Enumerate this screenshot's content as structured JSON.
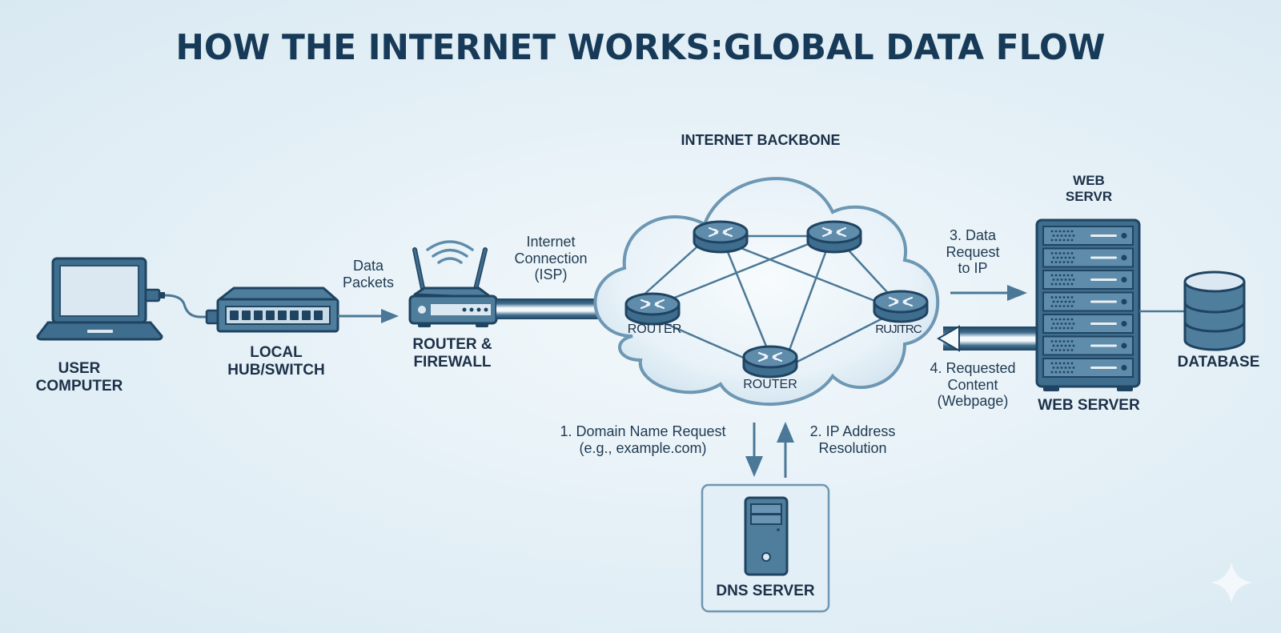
{
  "title": "HOW THE INTERNET WORKS:GLOBAL DATA FLOW",
  "colors": {
    "title": "#173a58",
    "device_fill": "#4f7d9c",
    "device_stroke": "#1f4462",
    "line": "#4b7896",
    "background": "#e6f1f7"
  },
  "nodes": {
    "user_computer": {
      "label_line1": "USER",
      "label_line2": "COMPUTER",
      "icon": "laptop-icon"
    },
    "local_hub": {
      "label_line1": "LOCAL",
      "label_line2": "HUB/SWITCH",
      "icon": "switch-icon"
    },
    "router_firewall": {
      "label_line1": "ROUTER &",
      "label_line2": "FIREWALL",
      "icon": "wifi-router-icon"
    },
    "backbone": {
      "title": "INTERNET BACKBONE",
      "icon": "cloud-icon"
    },
    "backbone_routers": [
      {
        "label": ""
      },
      {
        "label": ""
      },
      {
        "label": "ROUTER"
      },
      {
        "label": "RUJITRC"
      },
      {
        "label": "ROUTER"
      }
    ],
    "web_server": {
      "top_label_line1": "WEB",
      "top_label_line2": "SERVR",
      "bottom_label": "WEB SERVER",
      "icon": "server-rack-icon"
    },
    "database": {
      "label": "DATABASE",
      "icon": "database-icon"
    },
    "dns_server": {
      "label": "DNS SERVER",
      "icon": "server-tower-icon"
    }
  },
  "edges": {
    "data_packets": {
      "line1": "Data",
      "line2": "Packets"
    },
    "isp": {
      "line1": "Internet",
      "line2": "Connection",
      "line3": "(ISP)"
    },
    "step1": {
      "line1": "1. Domain Name Request",
      "line2": "(e.g., example.com)"
    },
    "step2": {
      "line1": "2. IP Address",
      "line2": "Resolution"
    },
    "step3": {
      "line1": "3. Data",
      "line2": "Request",
      "line3": "to IP"
    },
    "step4": {
      "line1": "4. Requested",
      "line2": "Content",
      "line3": "(Webpage)"
    }
  },
  "watermark": {
    "icon": "sparkle-icon"
  }
}
